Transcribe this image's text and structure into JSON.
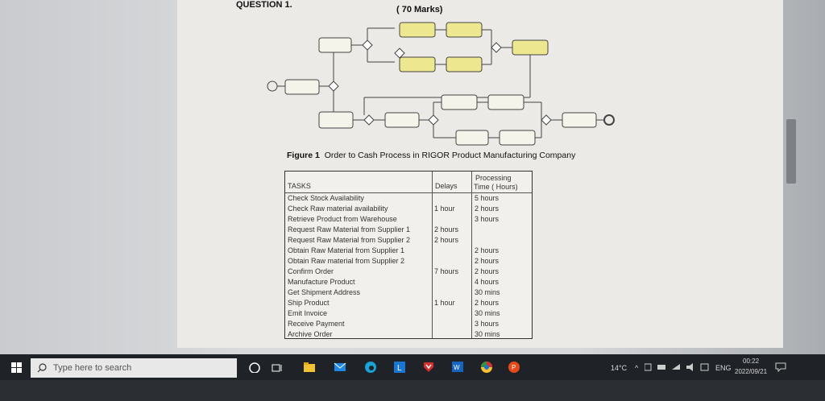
{
  "document": {
    "question_label": "QUESTION 1.",
    "marks": "( 70 Marks)",
    "figure_label": "Figure 1",
    "figure_caption": "Order to Cash Process in RIGOR Product Manufacturing Company"
  },
  "table": {
    "headers": {
      "tasks": "TASKS",
      "delays": "Delays",
      "time_line1": "Processing",
      "time_line2": "Time ( Hours)"
    },
    "rows": [
      {
        "task": "Check Stock Availability",
        "delay": "",
        "time": "5 hours"
      },
      {
        "task": "Check Raw material availability",
        "delay": "1 hour",
        "time": "2 hours"
      },
      {
        "task": "Retrieve Product from Warehouse",
        "delay": "",
        "time": "3 hours"
      },
      {
        "task": "Request Raw Material from Supplier 1",
        "delay": "2 hours",
        "time": ""
      },
      {
        "task": "Request Raw Material from Supplier 2",
        "delay": "2 hours",
        "time": ""
      },
      {
        "task": "Obtain Raw Material from Supplier 1",
        "delay": "",
        "time": "2 hours"
      },
      {
        "task": "Obtain Raw material from Supplier 2",
        "delay": "",
        "time": "2 hours"
      },
      {
        "task": "Confirm Order",
        "delay": "7 hours",
        "time": "2 hours"
      },
      {
        "task": "Manufacture Product",
        "delay": "",
        "time": "4 hours"
      },
      {
        "task": "Get Shipment Address",
        "delay": "",
        "time": "30 mins"
      },
      {
        "task": "Ship Product",
        "delay": "1 hour",
        "time": "2 hours"
      },
      {
        "task": "Emit Invoice",
        "delay": "",
        "time": "30 mins"
      },
      {
        "task": "Receive Payment",
        "delay": "",
        "time": "3 hours"
      },
      {
        "task": "Archive Order",
        "delay": "",
        "time": "30 mins"
      }
    ]
  },
  "taskbar": {
    "search_placeholder": "Type here to search",
    "temperature": "14°C",
    "language": "ENG",
    "time": "00:22",
    "date": "2022/09/21"
  }
}
